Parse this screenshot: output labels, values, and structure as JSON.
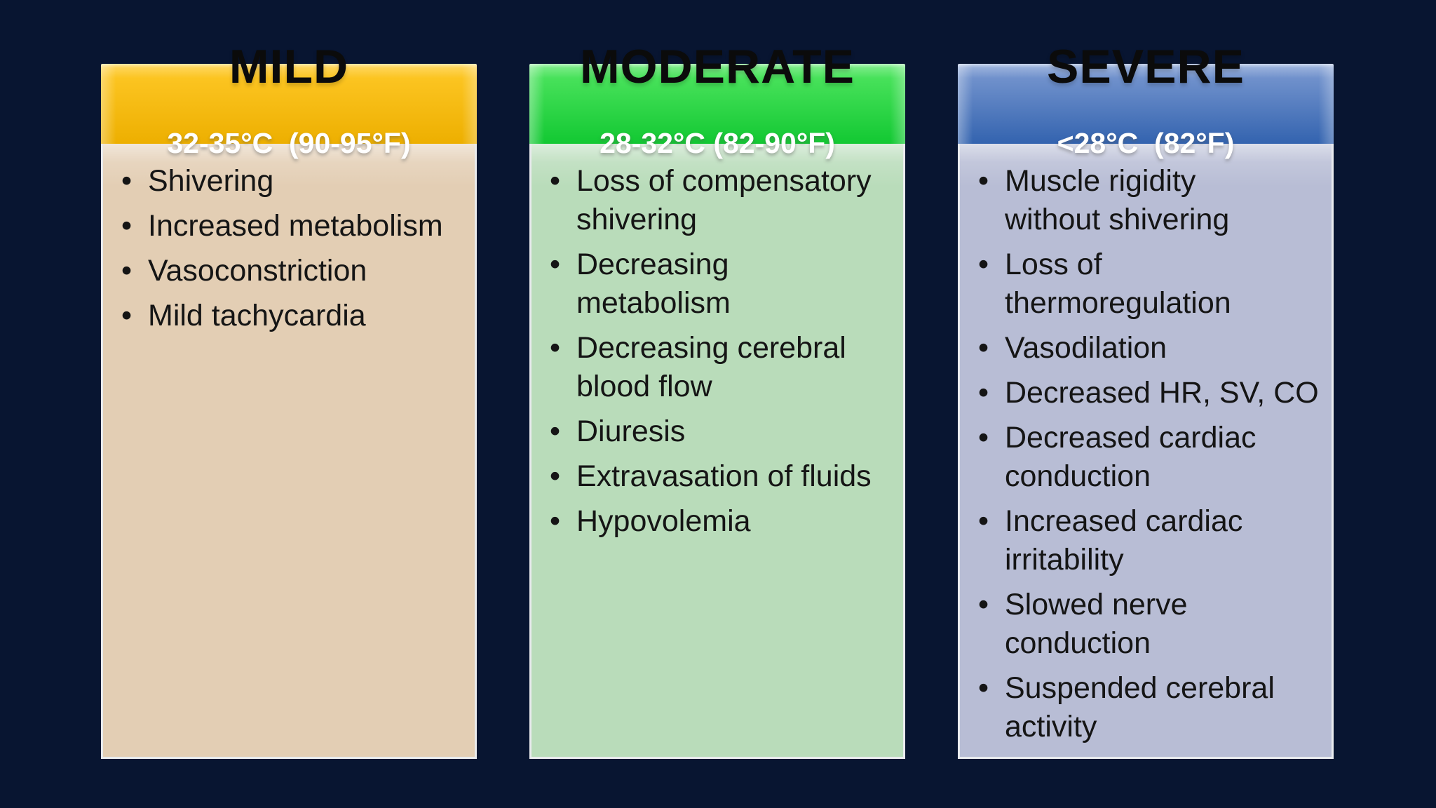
{
  "slide": {
    "background_color": "#081531",
    "columns": [
      {
        "title": "MILD",
        "temp_range": "32-35°C  (90-95°F)",
        "header_top": "#ffc928",
        "header_bottom": "#edaf00",
        "body_color": "#e3ceb4",
        "bullets": [
          "Shivering",
          "Increased metabolism",
          "Vasoconstriction",
          "Mild tachycardia"
        ]
      },
      {
        "title": "MODERATE",
        "temp_range": "28-32°C (82-90°F)",
        "header_top": "#53e763",
        "header_bottom": "#12c832",
        "body_color": "#b9dcba",
        "bullets": [
          "Loss of compensatory\nshivering",
          "Decreasing\nmetabolism",
          "Decreasing cerebral\nblood flow",
          "Diuresis",
          "Extravasation of fluids",
          "Hypovolemia"
        ]
      },
      {
        "title": "SEVERE",
        "temp_range": "<28°C  (82°F)",
        "header_top": "#7d9bd2",
        "header_bottom": "#3363af",
        "body_color": "#b8bdd5",
        "bullets": [
          "Muscle rigidity\nwithout shivering",
          "Loss of\nthermoregulation",
          "Vasodilation",
          "Decreased HR, SV, CO",
          "Decreased cardiac\nconduction",
          "Increased cardiac\nirritability",
          "Slowed nerve\nconduction",
          "Suspended cerebral\nactivity"
        ]
      }
    ]
  }
}
